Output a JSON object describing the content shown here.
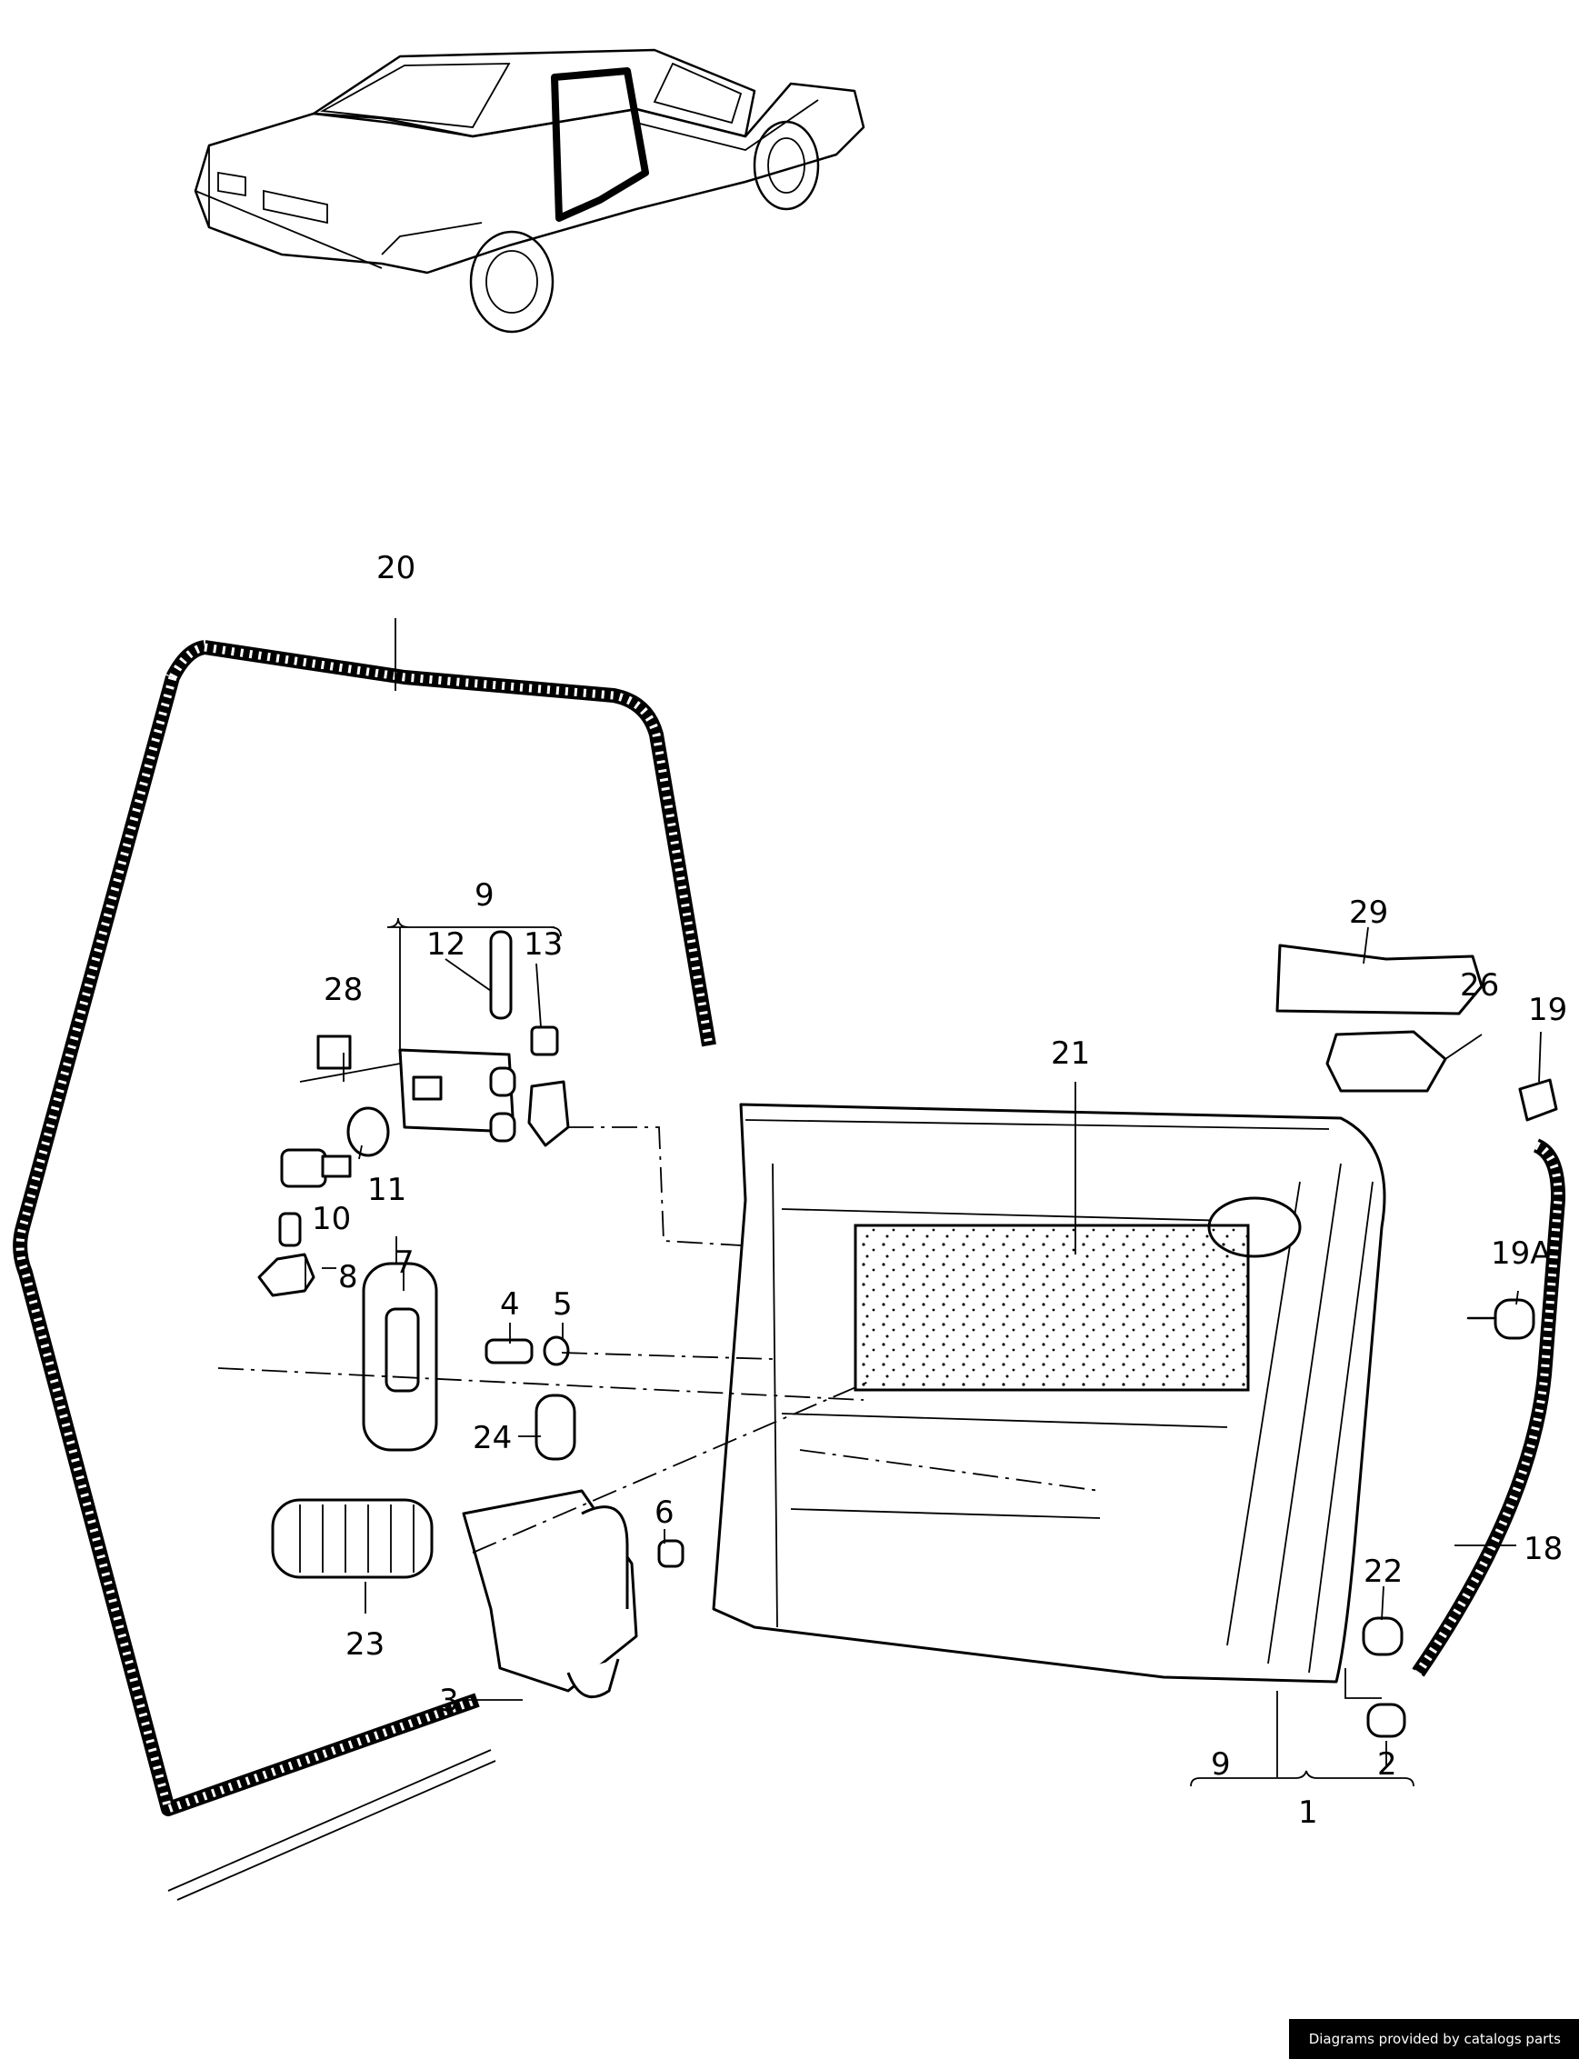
{
  "callouts": {
    "c1": "1",
    "c2": "2",
    "c3": "3",
    "c4": "4",
    "c5": "5",
    "c6": "6",
    "c7": "7",
    "c8": "8",
    "c9_top": "9",
    "c9_bottom": "9",
    "c10": "10",
    "c11": "11",
    "c12": "12",
    "c13": "13",
    "c18": "18",
    "c19": "19",
    "c19a": "19A",
    "c20": "20",
    "c21": "21",
    "c22": "22",
    "c23": "23",
    "c24": "24",
    "c26": "26",
    "c28": "28",
    "c29": "29"
  },
  "footer": {
    "credit": "Diagrams provided by catalogs parts"
  },
  "colors": {
    "ink": "#000000",
    "paper": "#ffffff"
  }
}
